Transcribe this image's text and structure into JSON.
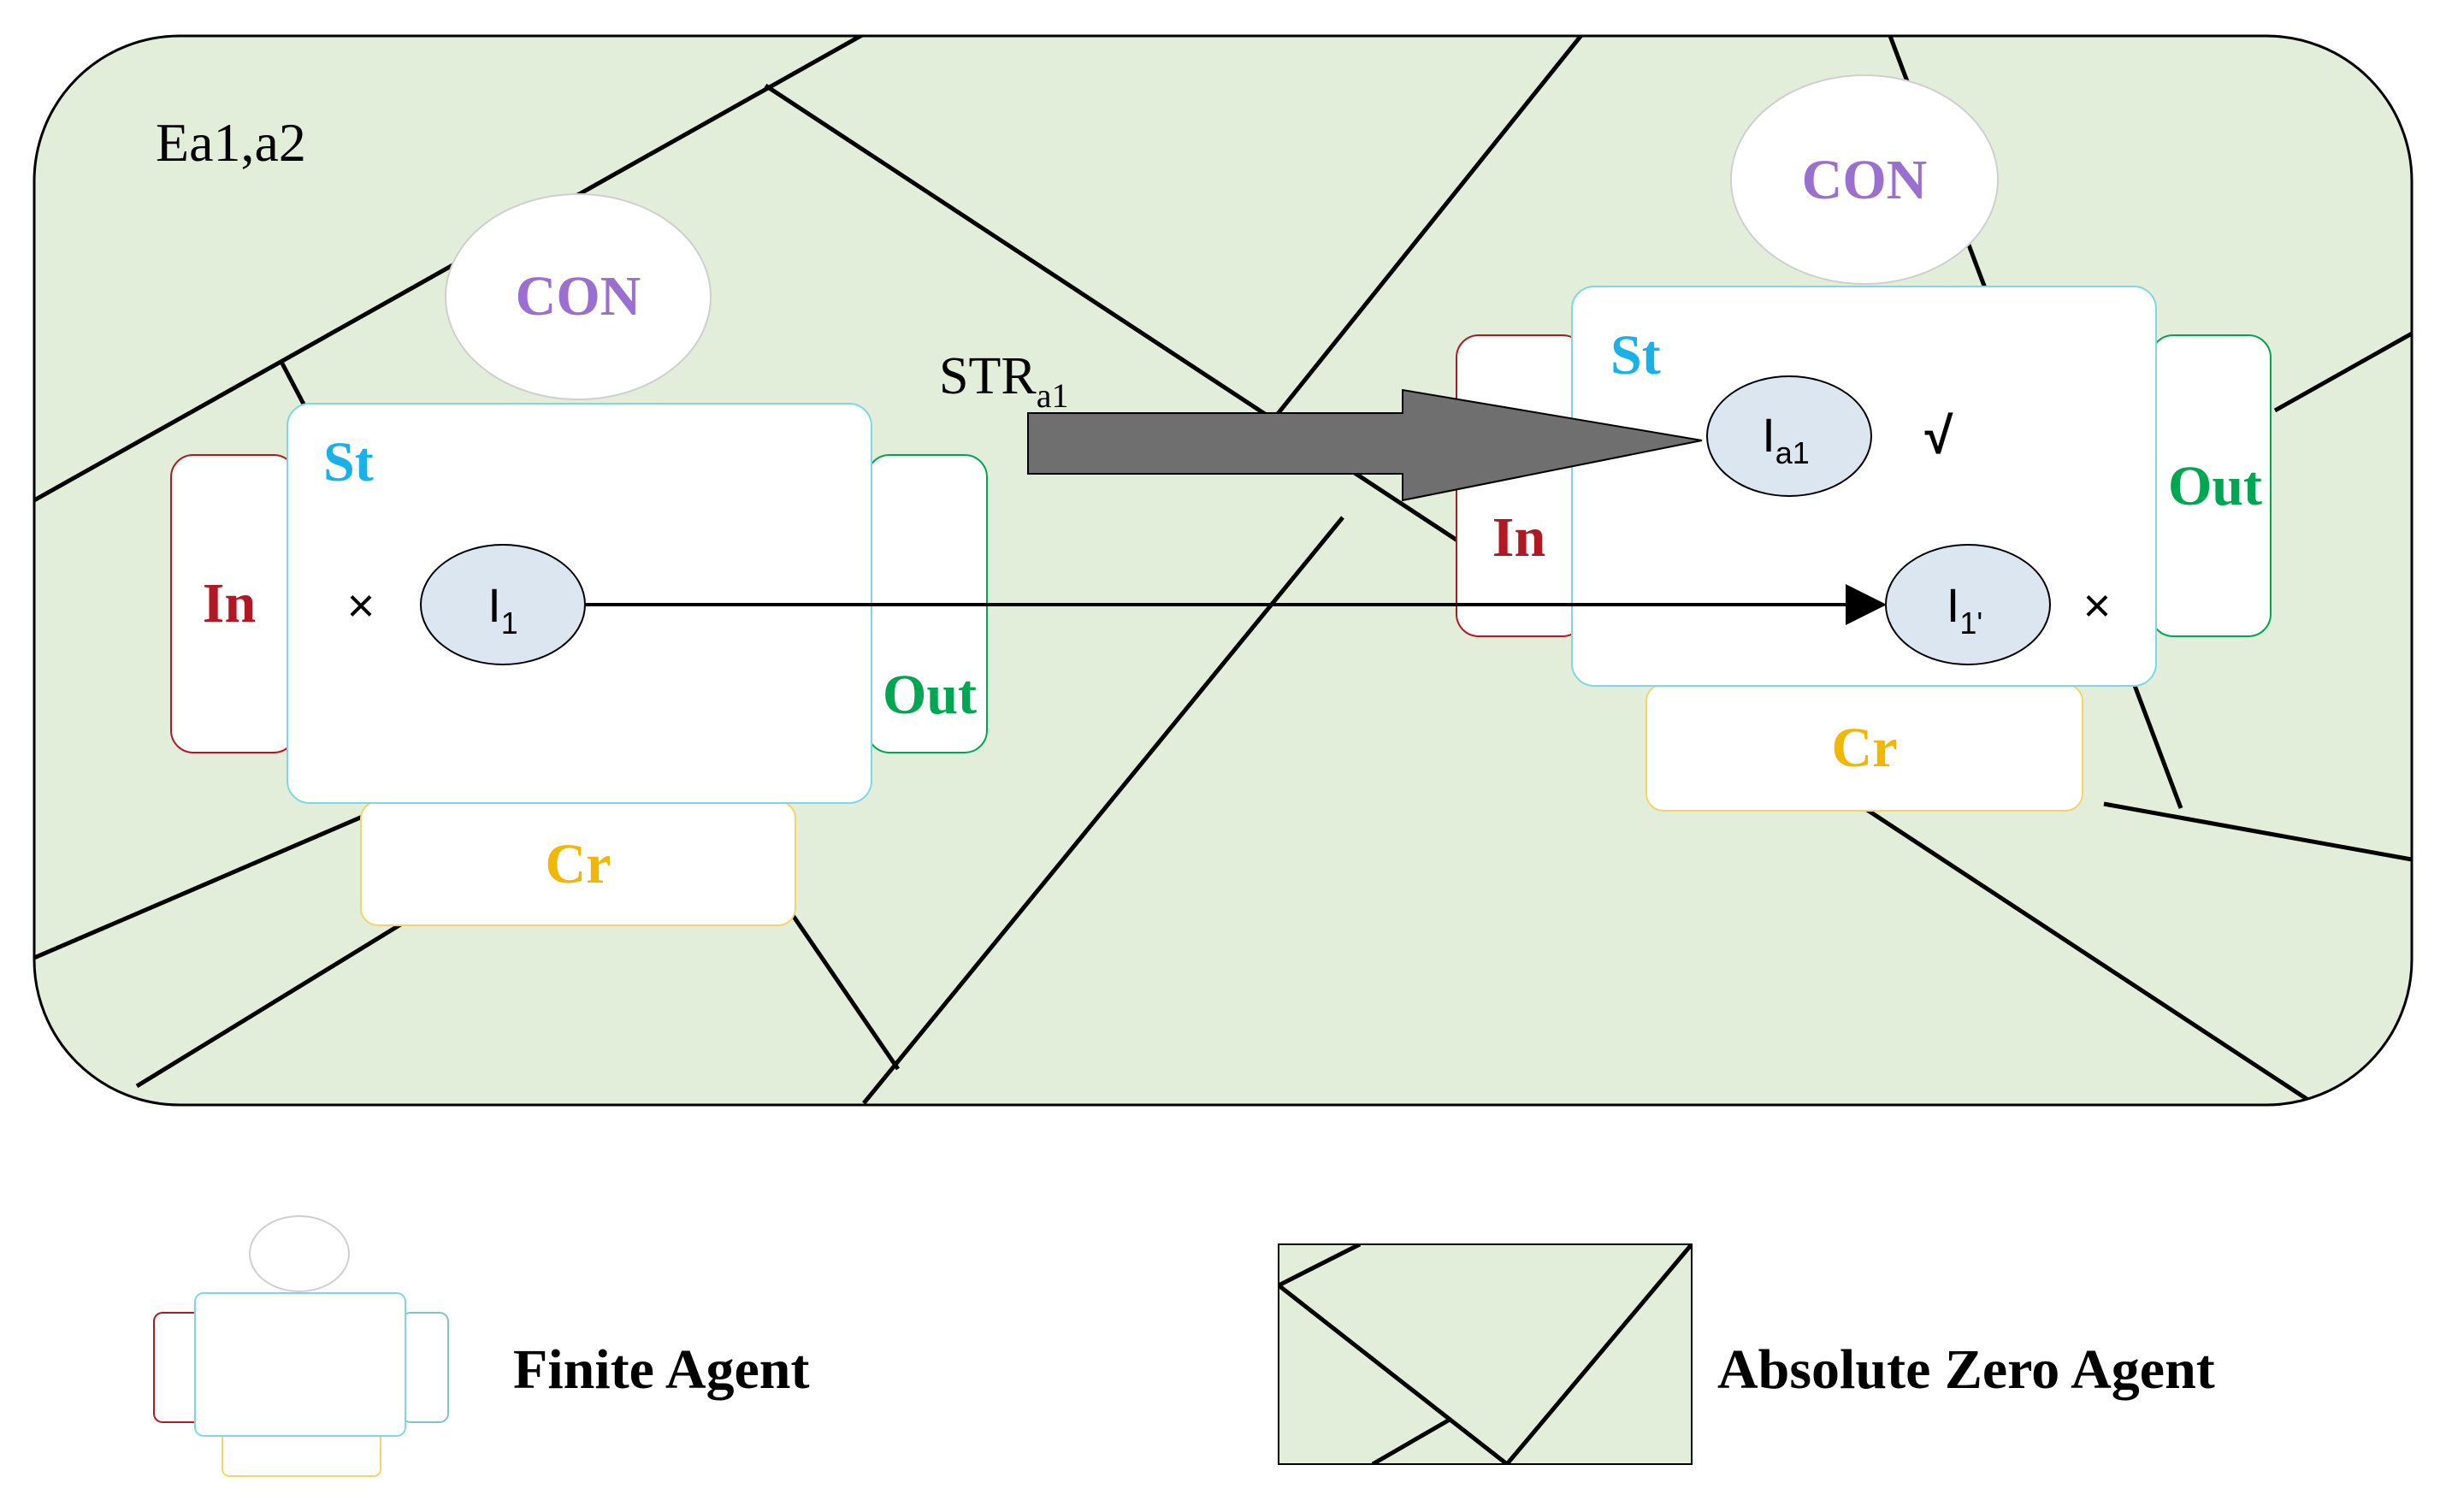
{
  "environment": {
    "label": "Ea1,a2"
  },
  "agent_left": {
    "con": "CON",
    "st": "St",
    "in": "In",
    "out": "Out",
    "cr": "Cr",
    "mark": "×",
    "item": {
      "base": "I",
      "sub": "1"
    }
  },
  "agent_right": {
    "con": "CON",
    "st": "St",
    "in": "In",
    "out": "Out",
    "cr": "Cr",
    "item_a": {
      "base": "I",
      "sub": "a1",
      "mark": "√"
    },
    "item_b": {
      "base": "I",
      "sub": "1'",
      "mark": "×"
    }
  },
  "transfer": {
    "base": "STR",
    "sub": "a1"
  },
  "legend": {
    "finite": "Finite Agent",
    "absolute": "Absolute Zero Agent"
  },
  "colors": {
    "env_fill": "#e2eed9",
    "con": "#9b6fcf",
    "st": "#1ab0e8",
    "in": "#b01923",
    "out": "#00a651",
    "cr": "#f2b705",
    "arrow_fill": "#6f6f6f"
  }
}
